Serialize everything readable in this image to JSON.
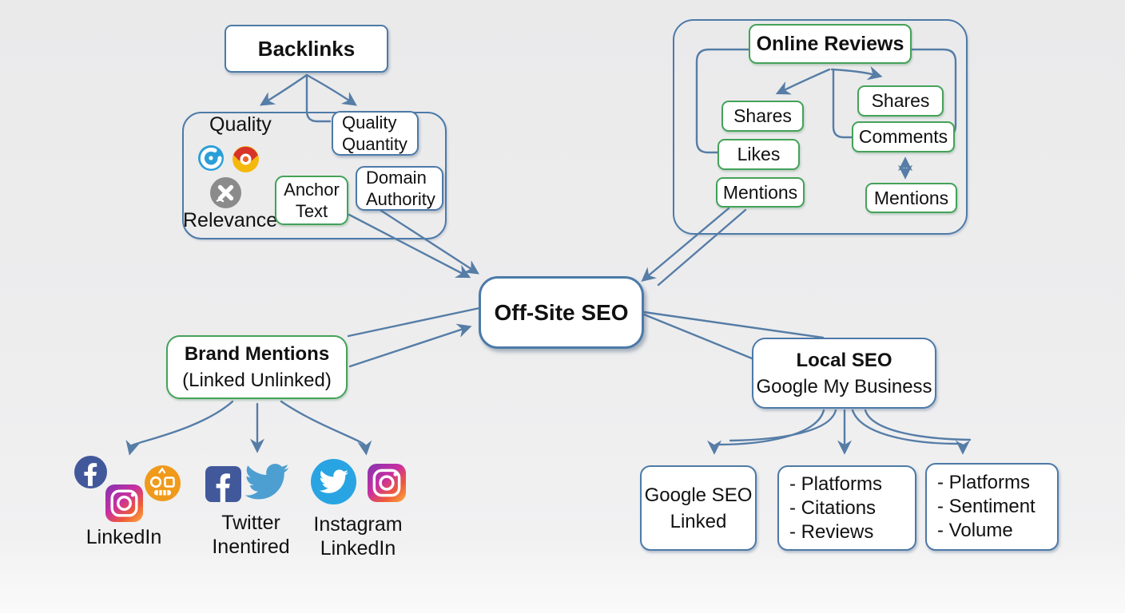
{
  "colors": {
    "box_border_blue": "#4d7aa8",
    "box_border_green": "#44a259",
    "arrow": "#567da6",
    "background": "#ededee",
    "text": "#111111",
    "facebook_blue": "#41589b",
    "twitter_blue": "#4d9fd1",
    "twitter_circle_blue": "#29a4e2",
    "orange_icon": "#f09a1c",
    "gray_icon": "#8b8b8b"
  },
  "backlinks": {
    "title": "Backlinks",
    "quality_label": "Quality",
    "relevance_label": "Relevance",
    "quality_quantity": {
      "lines": [
        "Quality",
        "Quantity"
      ]
    },
    "anchor_text": {
      "lines": [
        "Anchor",
        "Text"
      ]
    },
    "domain_authority": {
      "lines": [
        "Domain",
        "Authority"
      ]
    },
    "icons": [
      "target-swirl-icon",
      "chrome-icon",
      "x-circle-icon"
    ]
  },
  "online_reviews": {
    "title": "Online Reviews",
    "left": [
      "Shares",
      "Likes",
      "Mentions"
    ],
    "right": [
      "Shares",
      "Comments",
      "Mentions"
    ]
  },
  "center": {
    "label": "Off-Site SEO"
  },
  "brand_mentions": {
    "title": "Brand Mentions",
    "subtitle": "(Linked Unlinked)"
  },
  "social_groups": [
    {
      "icons": [
        "facebook-circle-icon",
        "instagram-icon",
        "emoji-orange-icon"
      ],
      "label_lines": [
        "LinkedIn"
      ]
    },
    {
      "icons": [
        "facebook-square-icon",
        "twitter-bird-icon"
      ],
      "label_lines": [
        "Twitter",
        "Inentired"
      ]
    },
    {
      "icons": [
        "twitter-circle-icon",
        "instagram-icon"
      ],
      "label_lines": [
        "Instagram",
        "LinkedIn"
      ]
    }
  ],
  "local_seo": {
    "title": "Local SEO",
    "subtitle": "Google My Business",
    "children": [
      {
        "lines": [
          "Google SEO",
          "Linked"
        ]
      },
      {
        "lines": [
          "- Platforms",
          "- Citations",
          "- Reviews"
        ]
      },
      {
        "lines": [
          "- Platforms",
          "- Sentiment",
          "- Volume"
        ]
      }
    ]
  }
}
